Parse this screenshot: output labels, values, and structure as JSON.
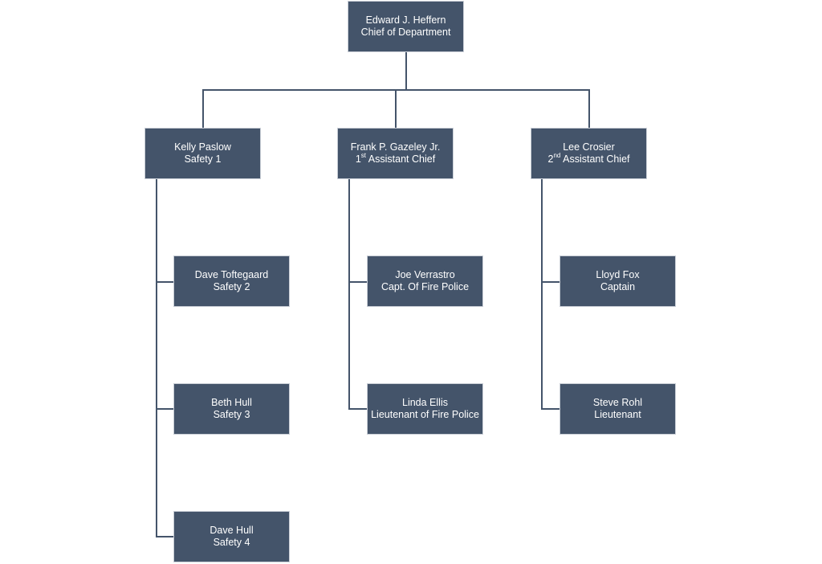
{
  "org_chart": {
    "chief": {
      "name": "Edward J. Heffern",
      "title": "Chief of Department"
    },
    "branches": [
      {
        "head": {
          "name": "Kelly Paslow",
          "title": "Safety 1"
        },
        "reports": [
          {
            "name": "Dave Toftegaard",
            "title": "Safety 2"
          },
          {
            "name": "Beth Hull",
            "title": "Safety 3"
          },
          {
            "name": "Dave Hull",
            "title": "Safety 4"
          }
        ]
      },
      {
        "head": {
          "name": "Frank P. Gazeley Jr.",
          "title_ordinal": "1",
          "title_suffix": "st",
          "title_rest": " Assistant Chief"
        },
        "reports": [
          {
            "name": "Joe Verrastro",
            "title": "Capt. Of Fire Police"
          },
          {
            "name": "Linda Ellis",
            "title": "Lieutenant of Fire Police"
          }
        ]
      },
      {
        "head": {
          "name": "Lee Crosier",
          "title_ordinal": "2",
          "title_suffix": "nd",
          "title_rest": " Assistant Chief"
        },
        "reports": [
          {
            "name": "Lloyd Fox",
            "title": "Captain"
          },
          {
            "name": "Steve Rohl",
            "title": "Lieutenant"
          }
        ]
      }
    ]
  },
  "colors": {
    "box_fill": "#44546a",
    "box_text": "#ffffff",
    "box_border": "#c9ced6",
    "connector": "#44546a",
    "background": "#ffffff"
  }
}
